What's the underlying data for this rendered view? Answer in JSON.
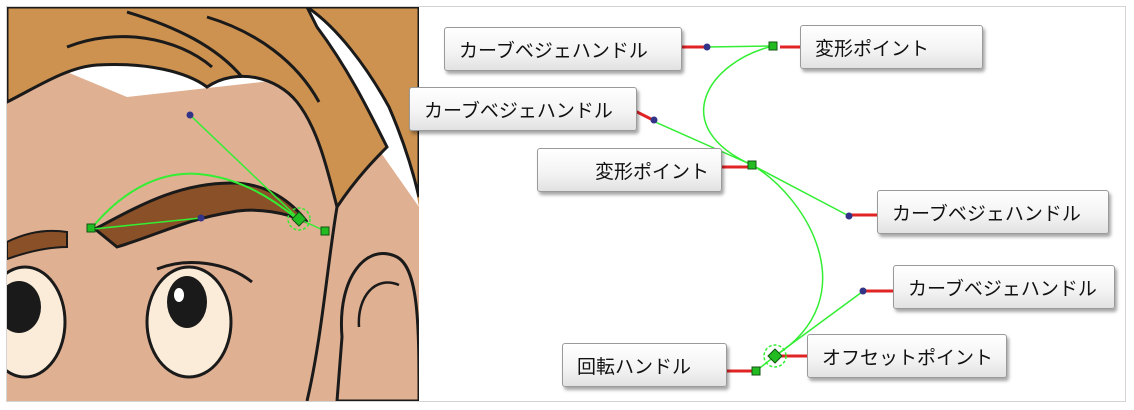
{
  "callouts": {
    "handle_top": "カーブベジェハンドル",
    "point_top": "変形ポイント",
    "handle_left": "カーブベジェハンドル",
    "point_middle": "変形ポイント",
    "handle_right": "カーブベジェハンドル",
    "handle_bottom": "カーブベジェハンドル",
    "offset_point": "オフセットポイント",
    "rotation_handle": "回転ハンドル"
  },
  "colors": {
    "curve": "#33ee33",
    "leader": "#e02424",
    "handle_dot": "#333388",
    "point_square": "#22bb22",
    "skin": "#e0b092",
    "hair": "#cd9250",
    "brow": "#8a5028"
  }
}
